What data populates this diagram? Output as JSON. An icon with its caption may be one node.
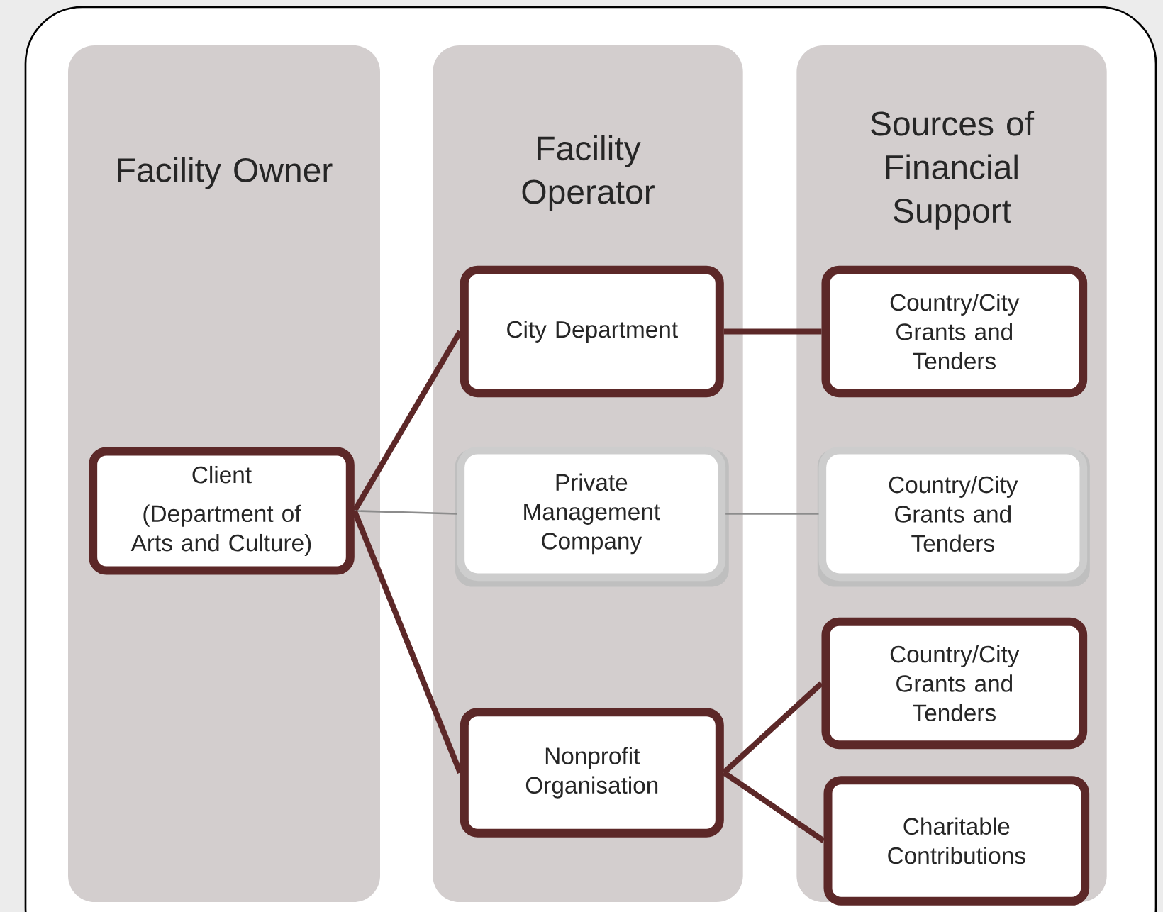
{
  "diagram": {
    "nodes": [
      {
        "text": [
          "Facility Owner"
        ]
      },
      {
        "text": [
          "Facility Operator"
        ]
      },
      {
        "text": [
          "Sources of Financial Support"
        ]
      },
      {
        "text": [
          "Client",
          "(Department of Arts and Culture)"
        ],
        "in": 0
      },
      {
        "text": [
          "City Department"
        ],
        "in": 1
      },
      {
        "text": [
          "Private Management Company"
        ],
        "in": 1
      },
      {
        "text": [
          "Nonprofit Organisation"
        ],
        "in": 1
      },
      {
        "text": [
          "Country/City Grants and Tenders"
        ],
        "in": 2
      },
      {
        "text": [
          "Country/City Grants and Tenders"
        ],
        "in": 2
      },
      {
        "text": [
          "Country/City Grants and Tenders"
        ],
        "in": 2
      },
      {
        "text": [
          "Charitable Contributions"
        ],
        "in": 2
      }
    ],
    "edges": [
      {
        "from": 3,
        "to": 4,
        "arrow": "none"
      },
      {
        "from": 3,
        "to": 5,
        "arrow": "none",
        "color": "#8c8c8c"
      },
      {
        "from": 3,
        "to": 6,
        "arrow": "none"
      },
      {
        "from": 4,
        "to": 7,
        "arrow": "none"
      },
      {
        "from": 5,
        "to": 8,
        "arrow": "none",
        "color": "#8c8c8c"
      },
      {
        "from": 6,
        "to": 9,
        "arrow": "none"
      },
      {
        "from": 6,
        "to": 10,
        "arrow": "none"
      }
    ]
  }
}
